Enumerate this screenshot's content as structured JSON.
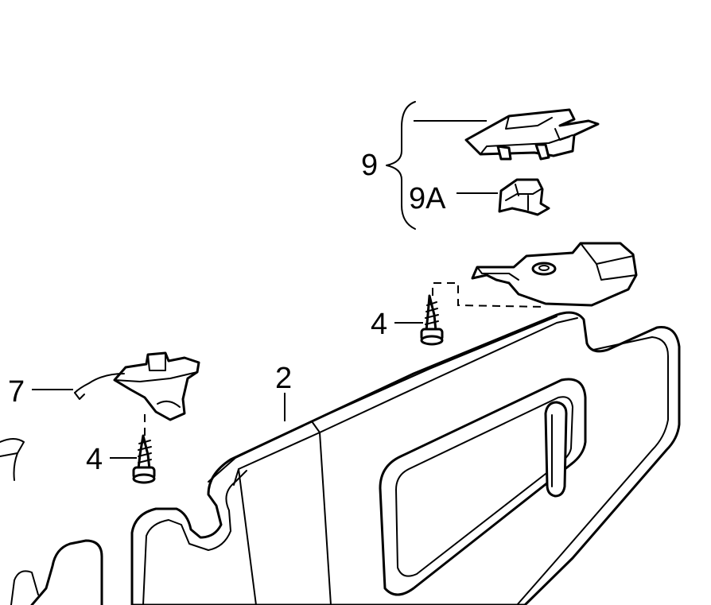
{
  "callouts": {
    "part_2": "2",
    "part_4_left": "4",
    "part_4_right": "4",
    "part_7": "7",
    "part_9": "9",
    "part_9a": "9A"
  },
  "colors": {
    "line": "#000000",
    "background": "#ffffff"
  }
}
